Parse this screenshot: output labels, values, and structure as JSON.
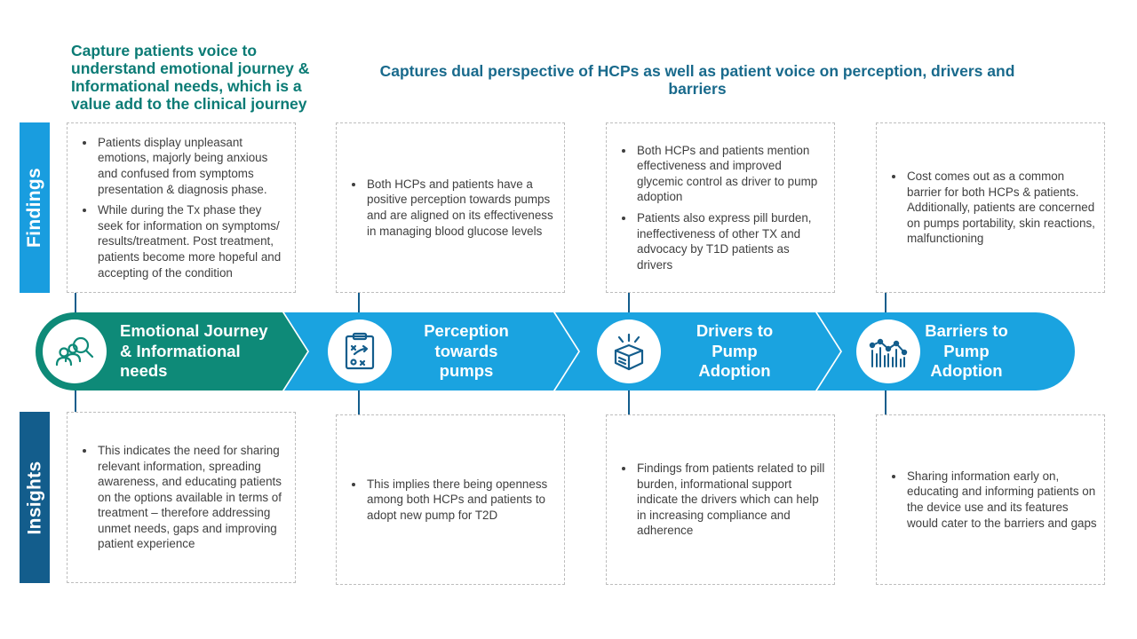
{
  "headings": {
    "left": "Capture patients voice to understand emotional journey & Informational needs, which is a value add to the clinical journey",
    "right": "Captures dual perspective of HCPs as well as patient voice on perception, drivers and barriers"
  },
  "side_labels": {
    "findings": "Findings",
    "insights": "Insights"
  },
  "colors": {
    "teal": "#0e8a78",
    "blue": "#1aa3e0",
    "dark_blue": "#135d8c",
    "heading_teal": "#0b7b75",
    "heading_blue": "#196a8c"
  },
  "stages": [
    {
      "title": "Emotional Journey & Informational needs",
      "icon": "people-search-icon",
      "findings": [
        "Patients display unpleasant emotions, majorly being anxious and confused from symptoms presentation & diagnosis phase.",
        "While during the Tx phase they seek for information on symptoms/ results/treatment. Post treatment, patients become more hopeful and accepting of the condition"
      ],
      "insights": [
        "This indicates the need for sharing relevant information, spreading awareness, and educating patients on the options available in terms of treatment – therefore addressing unmet needs, gaps and improving patient experience"
      ]
    },
    {
      "title": "Perception towards pumps",
      "icon": "strategy-clipboard-icon",
      "findings": [
        "Both HCPs and patients have a positive perception towards pumps and are aligned on its effectiveness in managing blood glucose levels"
      ],
      "insights": [
        "This implies there being openness among both HCPs and patients to adopt new pump for T2D"
      ]
    },
    {
      "title": "Drivers to Pump Adoption",
      "icon": "open-box-icon",
      "findings": [
        "Both HCPs and patients mention effectiveness and improved glycemic control as driver to pump adoption",
        "Patients also express pill burden, ineffectiveness of other TX and advocacy by T1D patients as drivers"
      ],
      "insights": [
        "Findings from patients related to pill burden, informational support indicate the drivers which can help in increasing compliance and adherence"
      ]
    },
    {
      "title": "Barriers to Pump Adoption",
      "icon": "line-bar-chart-icon",
      "findings": [
        "Cost comes out as a common barrier for both HCPs & patients. Additionally,  patients are concerned on pumps portability, skin reactions, malfunctioning"
      ],
      "insights": [
        "Sharing information early on, educating and informing patients on the device use and its features would cater to the barriers and gaps"
      ]
    }
  ]
}
